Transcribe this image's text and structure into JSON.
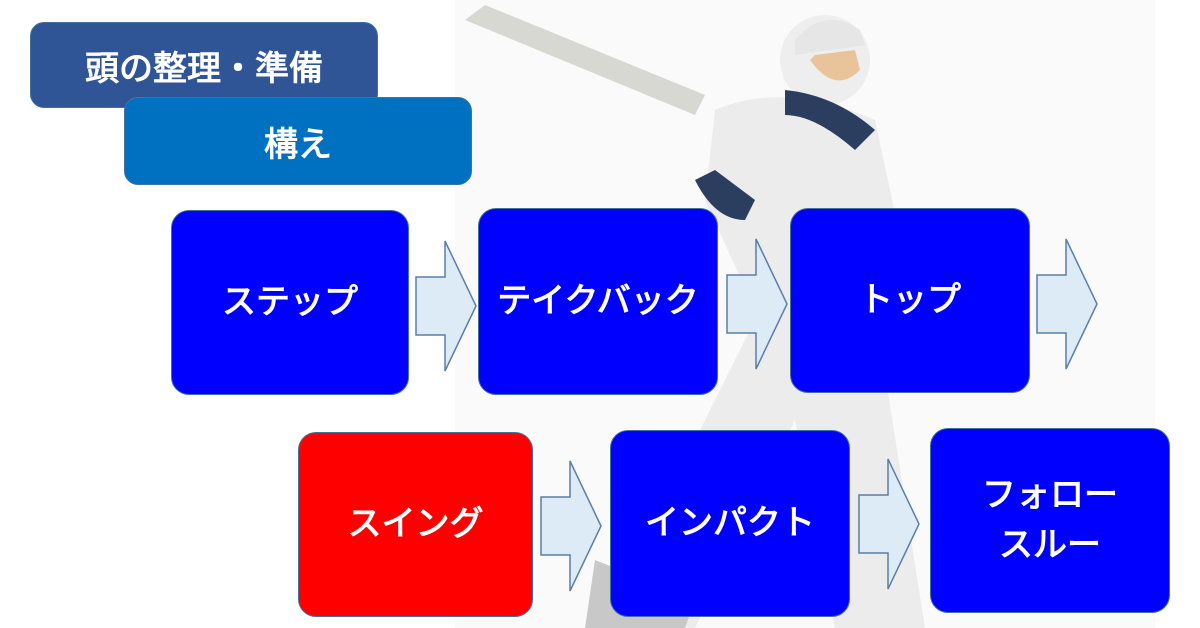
{
  "header_boxes": [
    {
      "label": "頭の整理・準備",
      "color": "#2F5597"
    },
    {
      "label": "構え",
      "color": "#0070C0"
    }
  ],
  "steps": [
    {
      "label": "ステップ",
      "color": "#0000FF"
    },
    {
      "label": "テイクバック",
      "color": "#0000FF"
    },
    {
      "label": "トップ",
      "color": "#0000FF"
    },
    {
      "label": "スイング",
      "color": "#FF0000"
    },
    {
      "label": "インパクト",
      "color": "#0000FF"
    },
    {
      "label": "フォロー\nスルー",
      "color": "#0000FF"
    }
  ],
  "arrow_color": "#DDEBF7"
}
